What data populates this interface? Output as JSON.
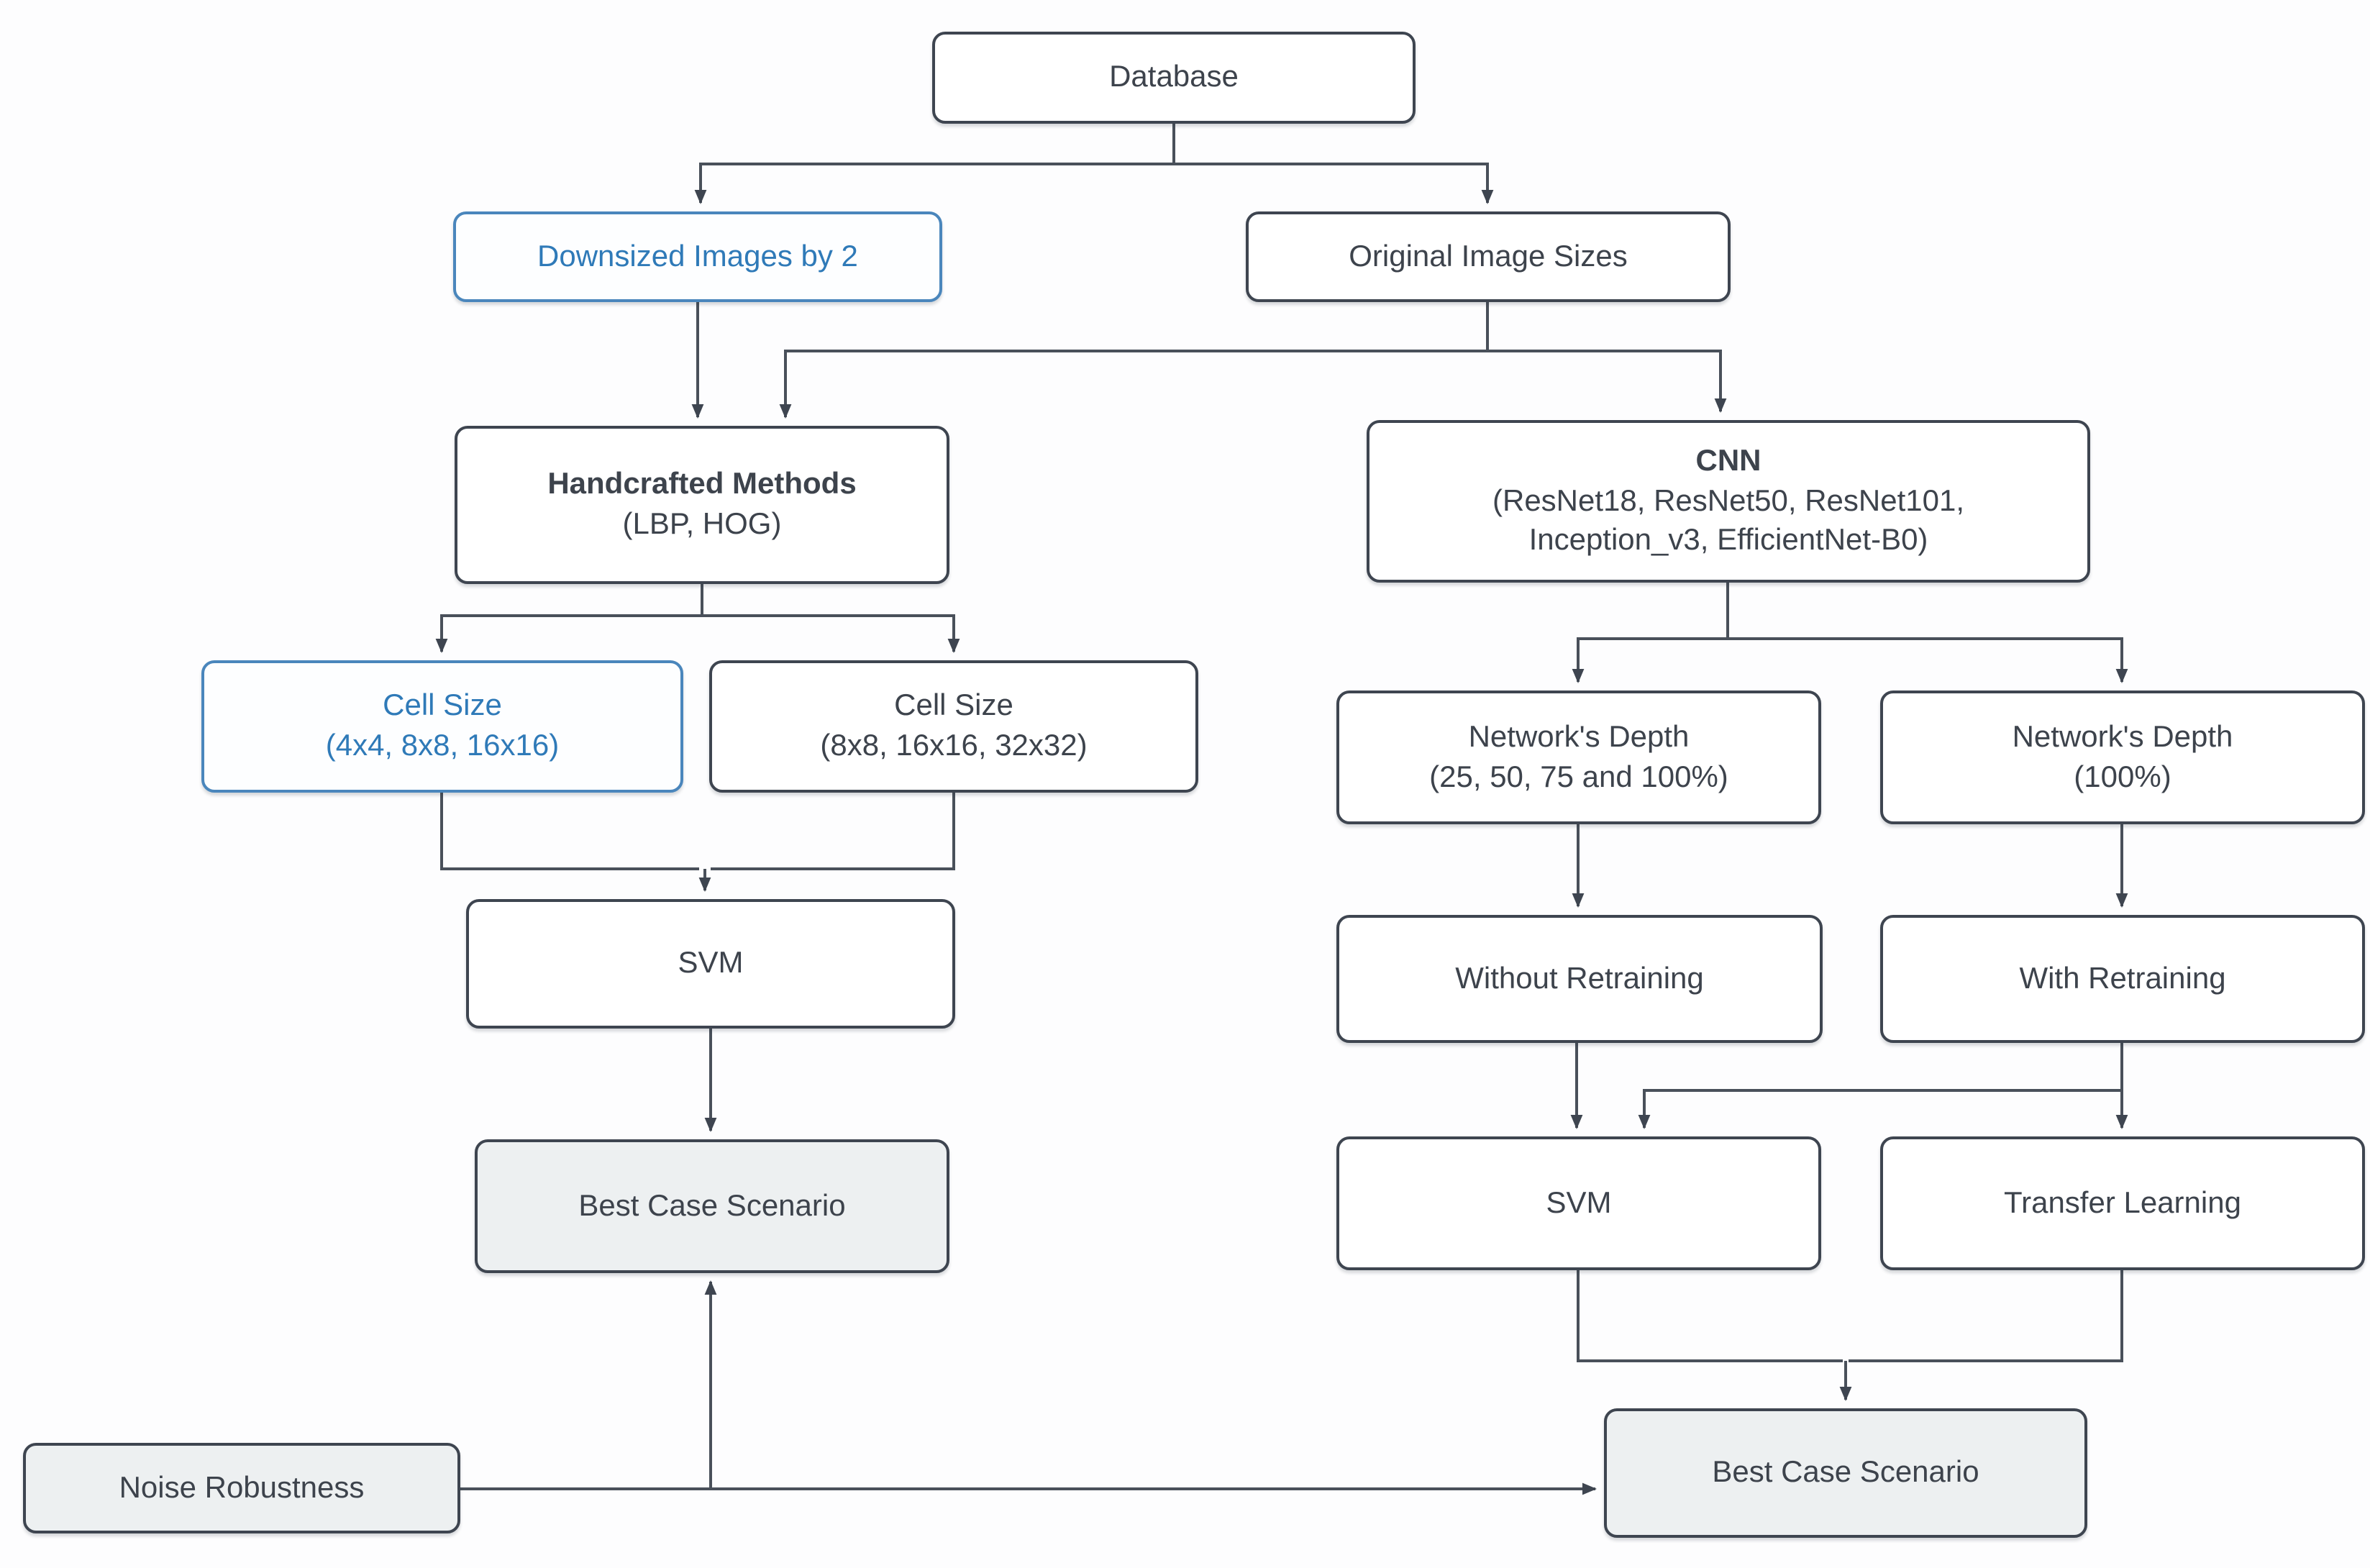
{
  "diagram": {
    "type": "flowchart",
    "colors": {
      "box_border": "#3e4550",
      "box_fill": "#ffffff",
      "gray_fill": "#edf0f1",
      "blue_border": "#4a86bc",
      "blue_text": "#2f7ab8",
      "text": "#3d434c",
      "connector": "#49505a"
    },
    "nodes": {
      "database": {
        "label": "Database",
        "style": "default"
      },
      "downsized_images": {
        "label": "Downsized Images by 2",
        "style": "blue"
      },
      "original_image_sizes": {
        "label": "Original Image Sizes",
        "style": "default"
      },
      "handcrafted_methods": {
        "title": "Handcrafted Methods",
        "subtitle": "(LBP, HOG)",
        "style": "default"
      },
      "cnn": {
        "title": "CNN",
        "subtitle": "(ResNet18, ResNet50, ResNet101, Inception_v3, EfficientNet-B0)",
        "style": "default"
      },
      "cell_size_small": {
        "title": "Cell Size",
        "subtitle": "(4x4, 8x8, 16x16)",
        "style": "blue"
      },
      "cell_size_large": {
        "title": "Cell Size",
        "subtitle": "(8x8, 16x16, 32x32)",
        "style": "default"
      },
      "network_depth_partial": {
        "title": "Network's Depth",
        "subtitle": "(25, 50, 75 and 100%)",
        "style": "default"
      },
      "network_depth_full": {
        "title": "Network's Depth",
        "subtitle": "(100%)",
        "style": "default"
      },
      "svm_left": {
        "label": "SVM",
        "style": "default"
      },
      "without_retraining": {
        "label": "Without Retraining",
        "style": "default"
      },
      "with_retraining": {
        "label": "With Retraining",
        "style": "default"
      },
      "best_case_left": {
        "label": "Best Case Scenario",
        "style": "gray"
      },
      "svm_right": {
        "label": "SVM",
        "style": "default"
      },
      "transfer_learning": {
        "label": "Transfer Learning",
        "style": "default"
      },
      "noise_robustness": {
        "label": "Noise Robustness",
        "style": "gray"
      },
      "best_case_right": {
        "label": "Best Case Scenario",
        "style": "gray"
      }
    },
    "edges": [
      {
        "from": "database",
        "to": "downsized_images"
      },
      {
        "from": "database",
        "to": "original_image_sizes"
      },
      {
        "from": "downsized_images",
        "to": "handcrafted_methods"
      },
      {
        "from": "original_image_sizes",
        "to": "handcrafted_methods"
      },
      {
        "from": "original_image_sizes",
        "to": "cnn"
      },
      {
        "from": "handcrafted_methods",
        "to": "cell_size_small"
      },
      {
        "from": "handcrafted_methods",
        "to": "cell_size_large"
      },
      {
        "from": "cell_size_small",
        "to": "svm_left"
      },
      {
        "from": "cell_size_large",
        "to": "svm_left"
      },
      {
        "from": "svm_left",
        "to": "best_case_left"
      },
      {
        "from": "cnn",
        "to": "network_depth_partial"
      },
      {
        "from": "cnn",
        "to": "network_depth_full"
      },
      {
        "from": "network_depth_partial",
        "to": "without_retraining"
      },
      {
        "from": "network_depth_full",
        "to": "with_retraining"
      },
      {
        "from": "without_retraining",
        "to": "svm_right"
      },
      {
        "from": "with_retraining",
        "to": "svm_right"
      },
      {
        "from": "with_retraining",
        "to": "transfer_learning"
      },
      {
        "from": "svm_right",
        "to": "best_case_right"
      },
      {
        "from": "transfer_learning",
        "to": "best_case_right"
      },
      {
        "from": "noise_robustness",
        "to": "best_case_left"
      },
      {
        "from": "noise_robustness",
        "to": "best_case_right"
      }
    ]
  }
}
